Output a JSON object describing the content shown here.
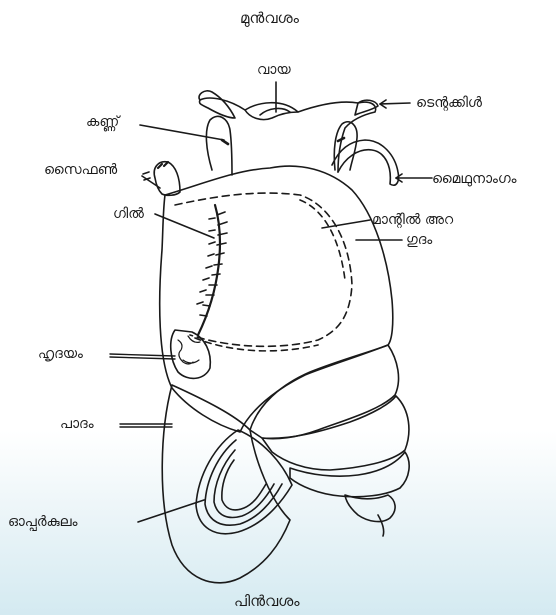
{
  "diagram": {
    "title_top": "മുൻവശം",
    "title_bottom": "പിൻവശം",
    "labels": {
      "mouth": "വായ",
      "tentacle": "ടെന്റക്കിൾ",
      "eye": "കണ്ണ്",
      "siphon": "സൈഫൺ",
      "genital": "മൈഥുനാംഗം",
      "mantle_cavity": "മാന്റിൽ അറ",
      "gill": "ഗിൽ",
      "anus": "ഗുദം",
      "heart": "ഹൃദയം",
      "foot": "പാദം",
      "operculum": "ഓപ്പർകുലം"
    }
  },
  "colors": {
    "ink": "#1a1a1a",
    "background_bottom": "#d4eaf1"
  }
}
